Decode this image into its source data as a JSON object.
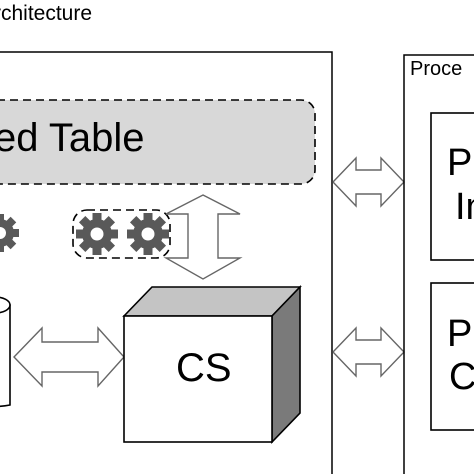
{
  "architecture": {
    "title": "rchitecture"
  },
  "main_panel": {
    "table_label": "ed Table",
    "cs_label": "CS"
  },
  "process_panel": {
    "title": "Proce",
    "box_1": {
      "line_1": "P",
      "line_2": "In"
    },
    "box_2": {
      "line_1": "P",
      "line_2": "C"
    }
  },
  "colors": {
    "table_fill": "#d8d8d8",
    "gear_fill": "#595959",
    "cube_front": "#ffffff",
    "cube_top": "#c4c4c4",
    "cube_side": "#7a7a7a",
    "stroke": "#000000",
    "arrow_fill": "#ffffff",
    "arrow_stroke": "#666666"
  },
  "icons": [
    "gear-icon",
    "gear-icon",
    "gear-icon",
    "database-cylinder-icon",
    "double-arrow-icon"
  ]
}
